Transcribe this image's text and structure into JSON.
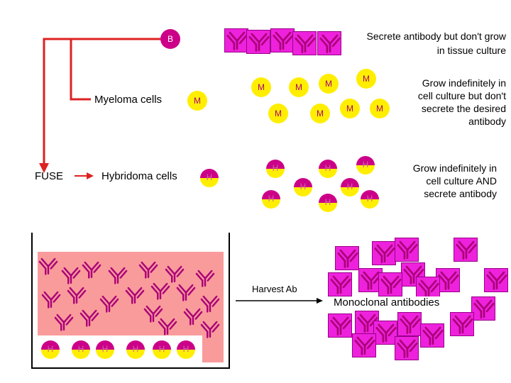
{
  "cells": {
    "b_label": "B",
    "m_label": "M",
    "h_label": "H"
  },
  "labels": {
    "myeloma": "Myeloma cells",
    "fuse": "FUSE",
    "hybridoma": "Hybridoma cells",
    "harvest": "Harvest Ab",
    "monoclonal": "Monoclonal antibodies"
  },
  "descriptions": {
    "b_cells": [
      "Secrete antibody but don't grow",
      "in tissue culture"
    ],
    "myeloma": [
      "Grow indefinitely in",
      "cell culture but don't",
      "secrete the desired",
      "antibody"
    ],
    "hybridoma": [
      "Grow indefinitely in",
      "cell culture AND",
      "secrete antibody"
    ]
  },
  "colors": {
    "arrow_red": "#dd2222",
    "b_cell": "#cc0088",
    "m_cell": "#ffee00",
    "antibody_tile": "#ee22dd",
    "culture_medium": "#f99b9b",
    "antibody_glyph": "#aa0077"
  }
}
